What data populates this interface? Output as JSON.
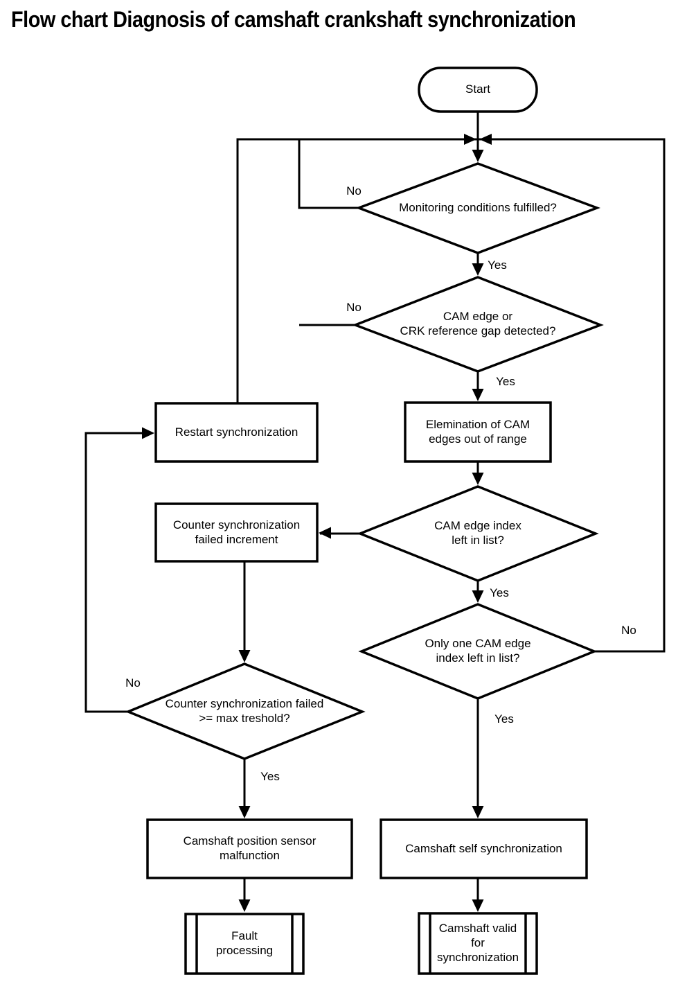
{
  "title": "Flow chart Diagnosis of camshaft crankshaft synchronization",
  "nodes": {
    "start": {
      "type": "terminator",
      "label": "Start"
    },
    "monitoring": {
      "type": "decision",
      "label": "Monitoring conditions fulfilled?"
    },
    "cam_edge": {
      "type": "decision",
      "label": "CAM edge or\nCRK reference gap detected?"
    },
    "elimination": {
      "type": "process",
      "label": "Elemination of CAM\nedges out of range"
    },
    "cam_index": {
      "type": "decision",
      "label": "CAM edge index\nleft in list?"
    },
    "only_one": {
      "type": "decision",
      "label": "Only one CAM edge\nindex left in list?"
    },
    "restart": {
      "type": "process",
      "label": "Restart synchronization"
    },
    "counter_increment": {
      "type": "process",
      "label": "Counter synchronization\nfailed increment"
    },
    "counter_threshold": {
      "type": "decision",
      "label": "Counter synchronization failed\n>= max treshold?"
    },
    "sensor_malfunction": {
      "type": "process",
      "label": "Camshaft position sensor\nmalfunction"
    },
    "fault_processing": {
      "type": "predefined_process",
      "label": "Fault\nprocessing"
    },
    "self_sync": {
      "type": "process",
      "label": "Camshaft self synchronization"
    },
    "valid_sync": {
      "type": "predefined_process",
      "label": "Camshaft valid\nfor\nsynchronization"
    }
  },
  "edge_labels": {
    "monitoring_no": "No",
    "monitoring_yes": "Yes",
    "cam_edge_no": "No",
    "cam_edge_yes": "Yes",
    "cam_index_yes": "Yes",
    "only_one_no": "No",
    "only_one_yes": "Yes",
    "threshold_no": "No",
    "threshold_yes": "Yes"
  },
  "colors": {
    "background": "#ffffff",
    "line": "#000000",
    "text": "#000000"
  }
}
